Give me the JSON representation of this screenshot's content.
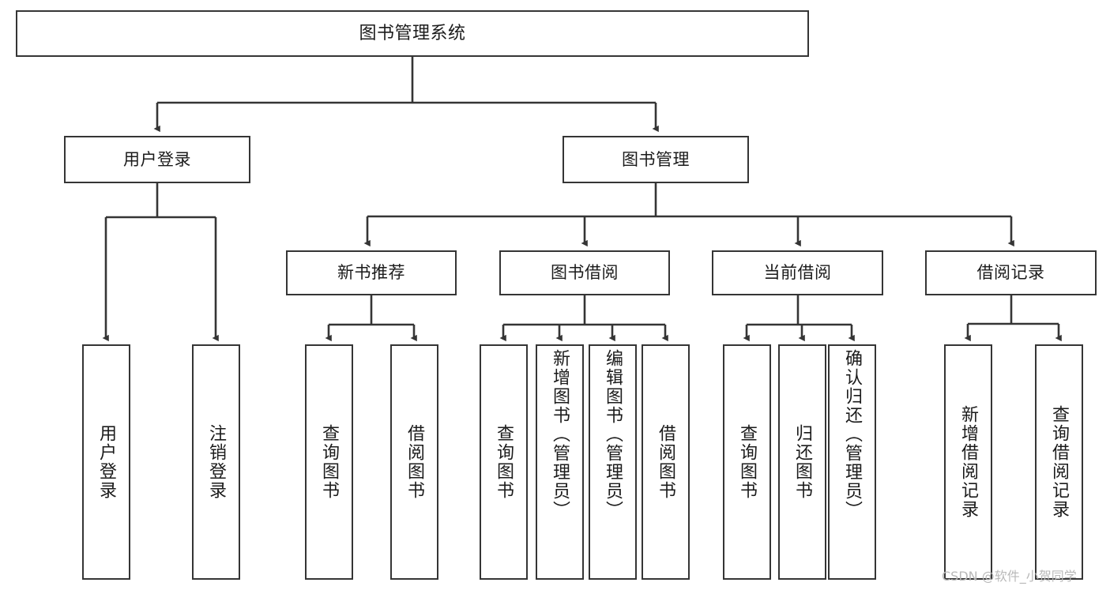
{
  "diagram": {
    "title": "图书管理系统",
    "type": "hierarchy-tree",
    "watermark": "CSDN @软件_小贺同学",
    "colors": {
      "box_border": "#353535",
      "box_fill": "#ffffff",
      "edge": "#353535",
      "text": "#1b1b1b",
      "watermark": "#b8b8b8",
      "background": "#ffffff"
    },
    "nodes": {
      "root": {
        "label": "图书管理系统"
      },
      "level2": [
        {
          "label": "用户登录"
        },
        {
          "label": "图书管理"
        }
      ],
      "level3": [
        {
          "label": "新书推荐"
        },
        {
          "label": "图书借阅"
        },
        {
          "label": "当前借阅"
        },
        {
          "label": "借阅记录"
        }
      ],
      "leaves_user_login": [
        {
          "label": "用户登录"
        },
        {
          "label": "注销登录"
        }
      ],
      "leaves_new_books": [
        {
          "label": "查询图书"
        },
        {
          "label": "借阅图书"
        }
      ],
      "leaves_borrow": [
        {
          "label": "查询图书"
        },
        {
          "label": "新增图书（管理员）"
        },
        {
          "label": "编辑图书（管理员）"
        },
        {
          "label": "借阅图书"
        }
      ],
      "leaves_current": [
        {
          "label": "查询图书"
        },
        {
          "label": "归还图书"
        },
        {
          "label": "确认归还（管理员）"
        }
      ],
      "leaves_records": [
        {
          "label": "新增借阅记录"
        },
        {
          "label": "查询借阅记录"
        }
      ]
    }
  }
}
